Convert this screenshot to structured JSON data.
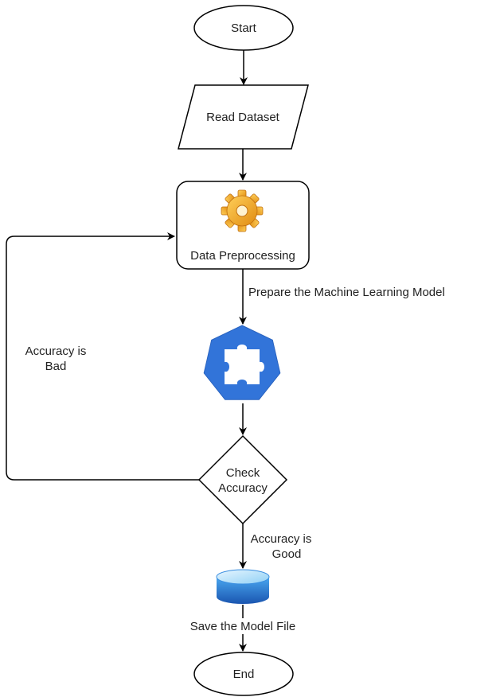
{
  "nodes": {
    "start": "Start",
    "read_dataset": "Read Dataset",
    "preprocess": "Data Preprocessing",
    "check_line1": "Check",
    "check_line2": "Accuracy",
    "end": "End"
  },
  "edge_labels": {
    "prepare_model": "Prepare the Machine Learning Model",
    "bad_line1": "Accuracy is",
    "bad_line2": "Bad",
    "good_line1": "Accuracy is",
    "good_line2": "Good",
    "save_model": "Save the Model File"
  },
  "icons": {
    "preprocess_icon": "gear-icon",
    "model_icon": "puzzle-piece-icon",
    "storage_icon": "database-icon"
  },
  "colors": {
    "gear": "#f0a020",
    "puzzle_heptagon": "#3274d9",
    "database": "#2a7fd0"
  }
}
